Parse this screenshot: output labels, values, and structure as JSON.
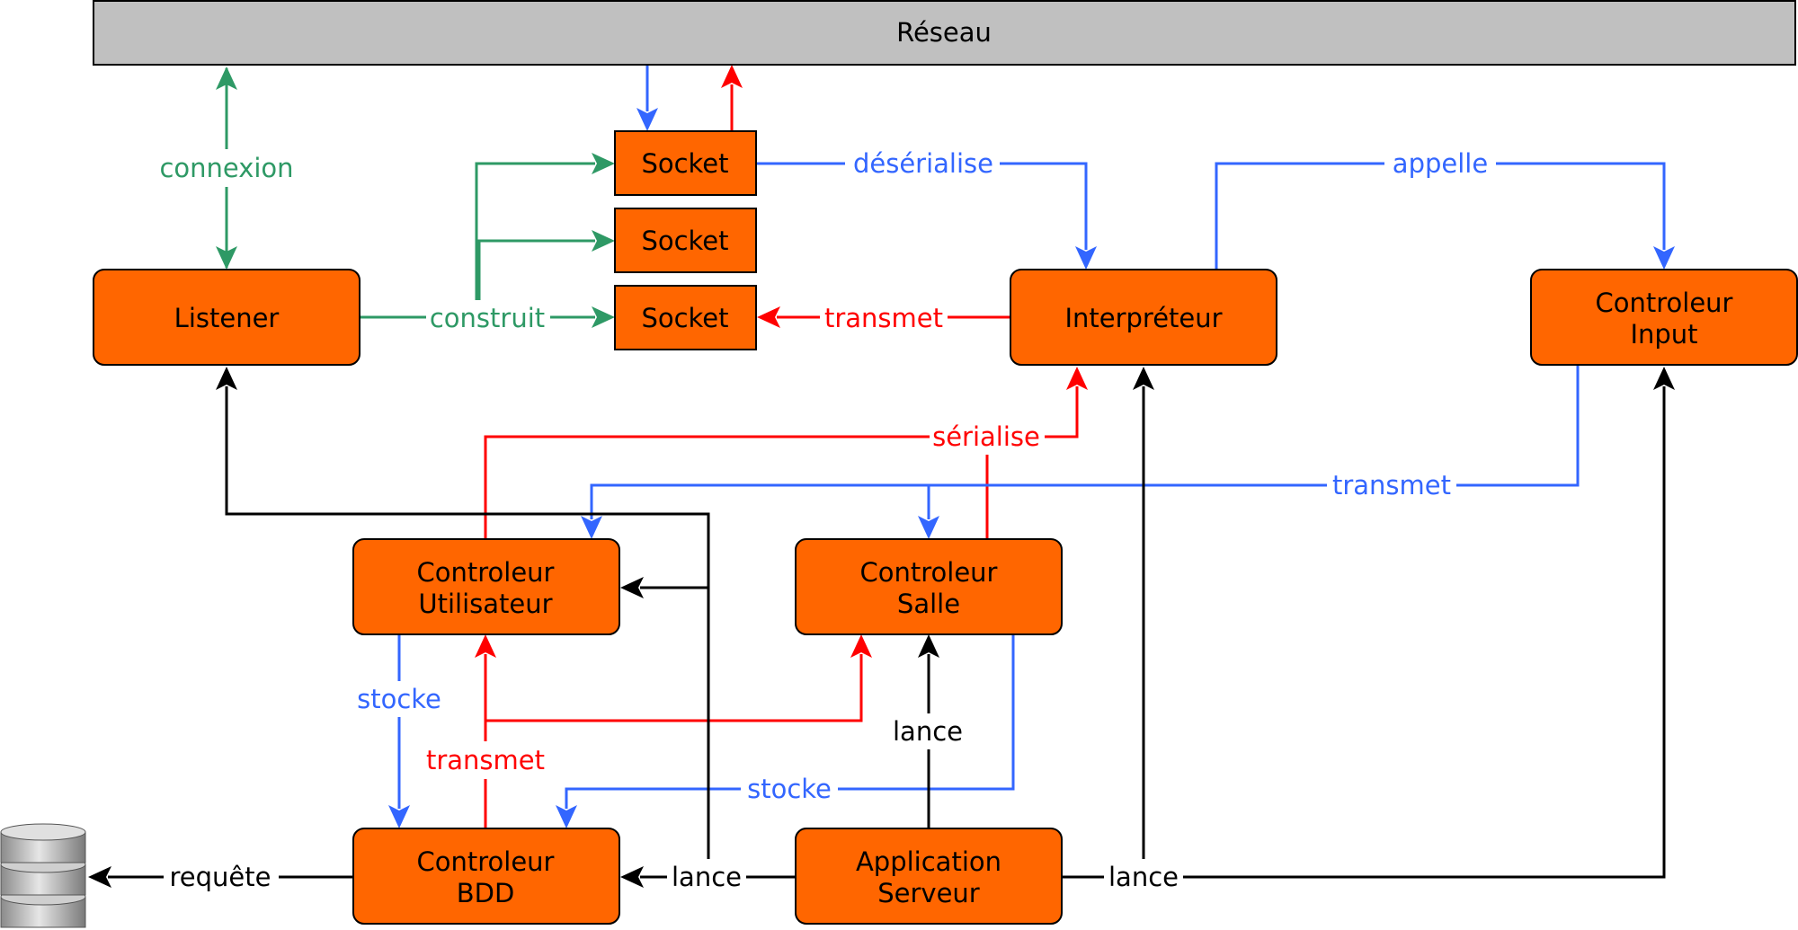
{
  "colors": {
    "node_fill": "#ff6600",
    "network_fill": "#c0c0c0",
    "green": "#2e9965",
    "blue": "#3366ff",
    "red": "#ff0000",
    "black": "#000000"
  },
  "nodes": {
    "network": "Réseau",
    "socket_1": "Socket",
    "socket_2": "Socket",
    "socket_3": "Socket",
    "listener": "Listener",
    "interpreter": "Interpréteur",
    "input_controller": [
      "Controleur",
      "Input"
    ],
    "user_controller": [
      "Controleur",
      "Utilisateur"
    ],
    "room_controller": [
      "Controleur",
      "Salle"
    ],
    "db_controller": [
      "Controleur",
      "BDD"
    ],
    "server_app": [
      "Application",
      "Serveur"
    ]
  },
  "database_icon": "database-icon",
  "edge_labels": {
    "connexion": "connexion",
    "construit": "construit",
    "deserialise": "désérialise",
    "appelle": "appelle",
    "transmet_socket": "transmet",
    "serialise": "sérialise",
    "transmet_input": "transmet",
    "stocke_user": "stocke",
    "transmet_bdd": "transmet",
    "stocke_room": "stocke",
    "lance_room": "lance",
    "lance_left": "lance",
    "lance_right": "lance",
    "requete": "requête"
  }
}
